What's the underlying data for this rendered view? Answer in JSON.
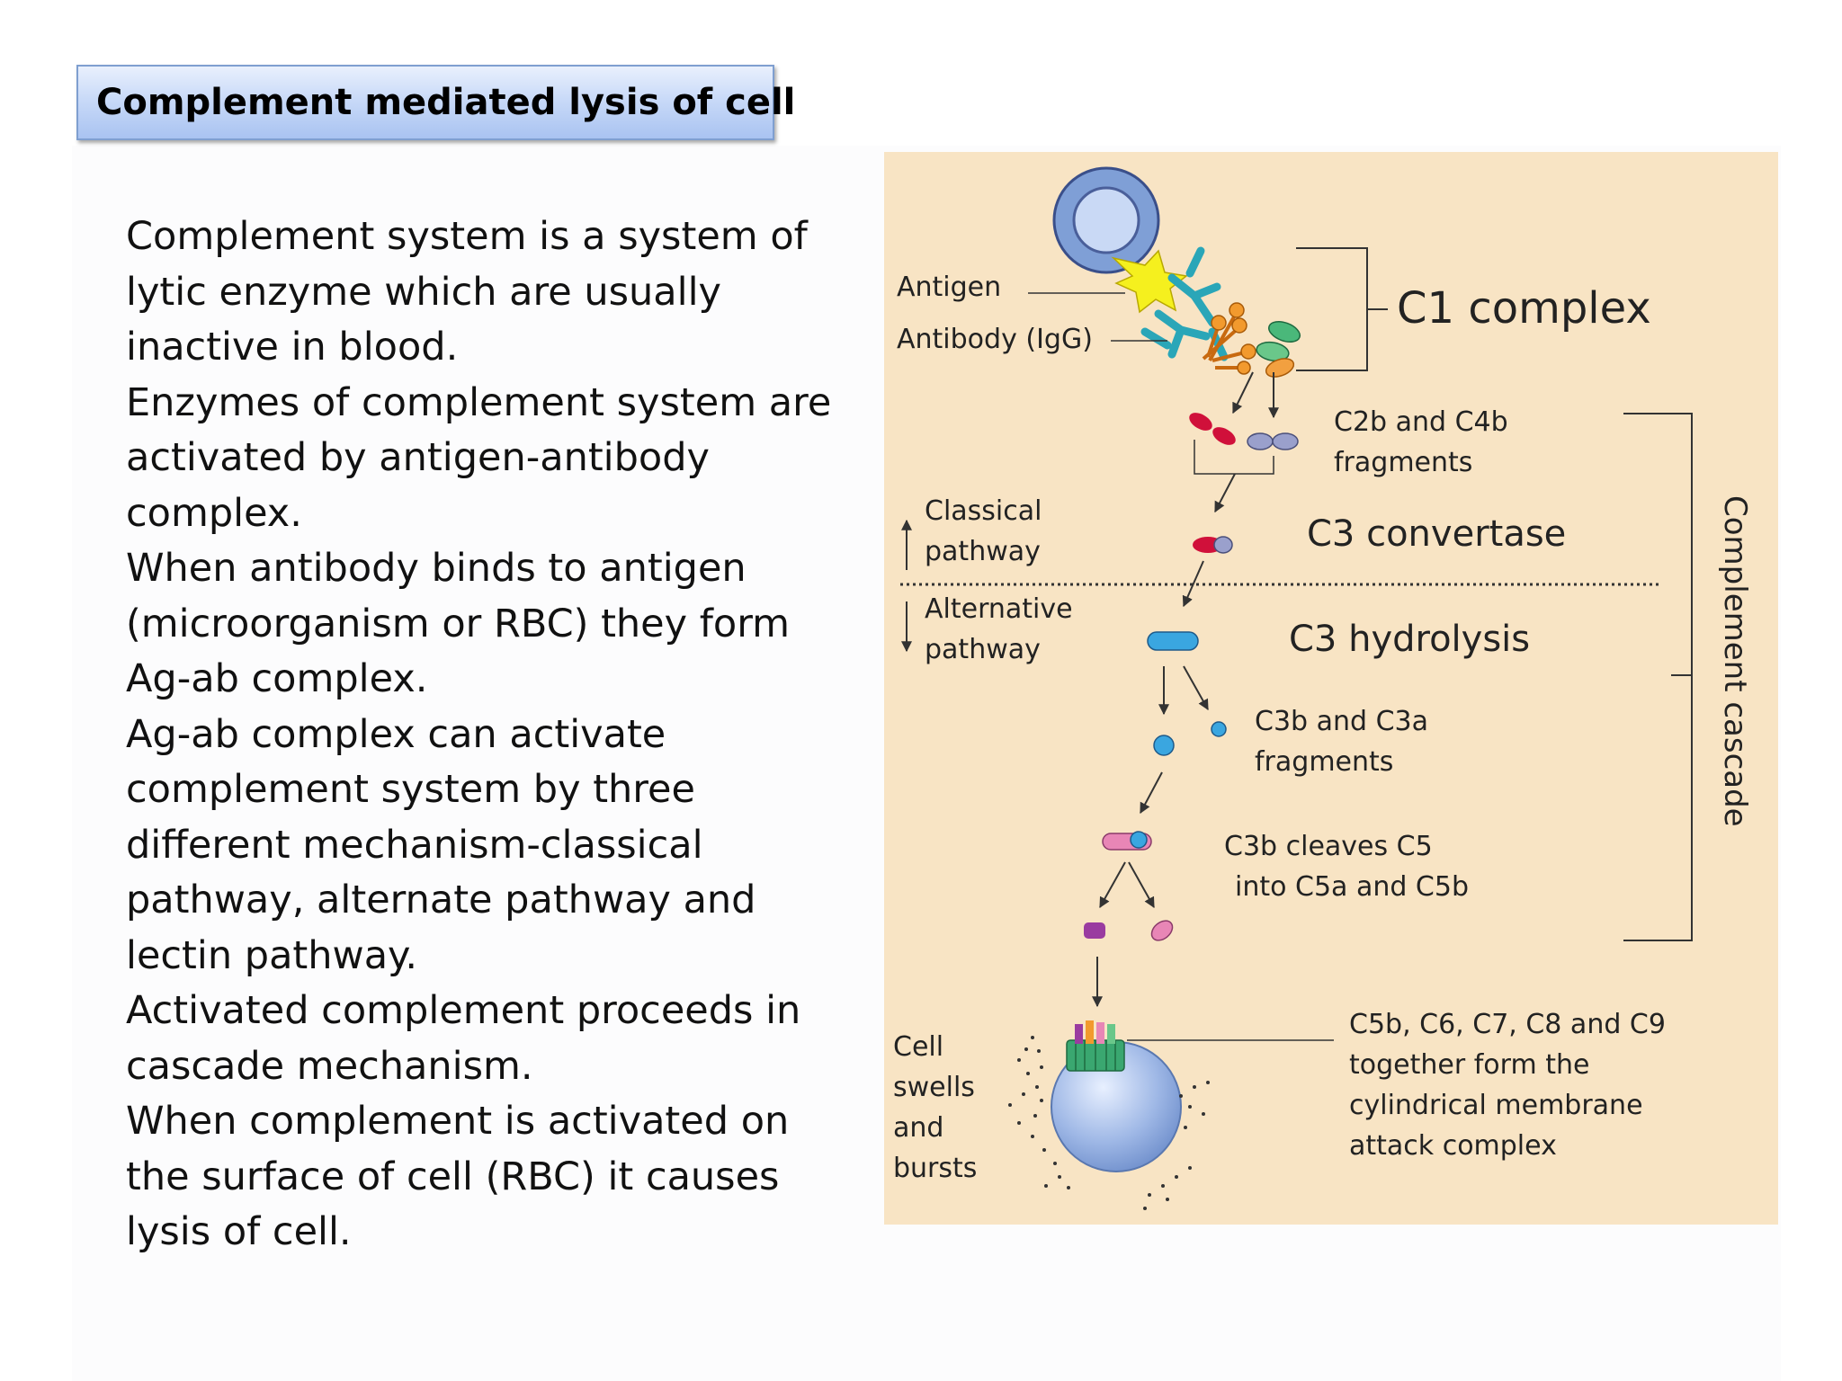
{
  "slide": {
    "title": "Complement mediated lysis of cell",
    "body_lines": [
      "Complement system is a system of",
      "lytic enzyme which are usually",
      "inactive in blood.",
      "Enzymes of complement system are",
      "activated by antigen-antibody",
      "complex.",
      "When antibody binds to antigen",
      "(microorganism or RBC) they form",
      "Ag-ab complex.",
      "Ag-ab complex can activate",
      "complement system by three",
      "different mechanism-classical",
      "pathway, alternate pathway and",
      "lectin pathway.",
      "Activated complement proceeds in",
      "cascade mechanism.",
      "When complement is activated on",
      "the surface of cell (RBC) it causes",
      "lysis of cell."
    ]
  },
  "diagram": {
    "antigen": "Antigen",
    "antibody": "Antibody (IgG)",
    "c1_complex": "C1 complex",
    "c2b_c4b": [
      "C2b and C4b",
      "fragments"
    ],
    "classical": [
      "Classical",
      "pathway"
    ],
    "alternative": [
      "Alternative",
      "pathway"
    ],
    "c3_convertase": "C3 convertase",
    "c3_hydrolysis": "C3 hydrolysis",
    "c3b_c3a": [
      "C3b and C3a",
      "fragments"
    ],
    "c3b_cleaves": [
      "C3b cleaves C5",
      "into C5a and C5b"
    ],
    "complement_cascade": "Complement cascade",
    "cell_swells": [
      "Cell",
      "swells",
      "and",
      "bursts"
    ],
    "mac": [
      "C5b, C6, C7, C8 and C9",
      "together form the",
      "cylindrical membrane",
      "attack complex"
    ],
    "colors": {
      "background": "#f8e4c4",
      "cell": "#7f9fd6",
      "antigen": "#f5f01e",
      "antibody": "#2aa6b8",
      "c2b": "#d0103a",
      "c4b": "#9aa0cc",
      "c3": "#3aa6e0",
      "c5a": "#9a3ba0",
      "c5b": "#e886b6",
      "mac_green": "#3aa770"
    }
  }
}
